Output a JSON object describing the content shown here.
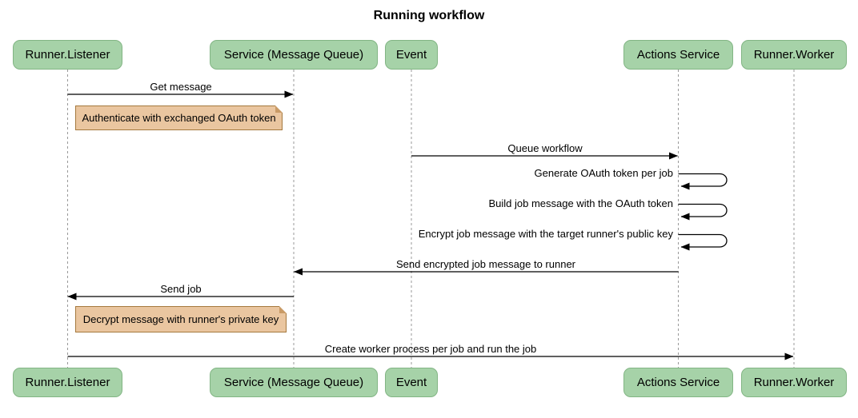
{
  "diagram_type": "sequence-diagram",
  "title": "Running workflow",
  "actors": [
    {
      "id": "runner-listener",
      "label": "Runner.Listener"
    },
    {
      "id": "service-message-queue",
      "label": "Service (Message Queue)"
    },
    {
      "id": "event",
      "label": "Event"
    },
    {
      "id": "actions-service",
      "label": "Actions Service"
    },
    {
      "id": "runner-worker",
      "label": "Runner.Worker"
    }
  ],
  "messages": [
    {
      "label": "Get message",
      "from": "Runner.Listener",
      "to": "Service (Message Queue)",
      "type": "arrow"
    },
    {
      "label": "Queue workflow",
      "from": "Event",
      "to": "Actions Service",
      "type": "arrow"
    },
    {
      "label": "Generate OAuth token per job",
      "from": "Actions Service",
      "to": "Actions Service",
      "type": "self"
    },
    {
      "label": "Build job message with the OAuth token",
      "from": "Actions Service",
      "to": "Actions Service",
      "type": "self"
    },
    {
      "label": "Encrypt job message with the target runner's public key",
      "from": "Actions Service",
      "to": "Actions Service",
      "type": "self"
    },
    {
      "label": "Send encrypted job message to runner",
      "from": "Actions Service",
      "to": "Service (Message Queue)",
      "type": "arrow"
    },
    {
      "label": "Send job",
      "from": "Service (Message Queue)",
      "to": "Runner.Listener",
      "type": "arrow"
    },
    {
      "label": "Create worker process per job and run the job",
      "from": "Runner.Listener",
      "to": "Runner.Worker",
      "type": "arrow"
    }
  ],
  "notes": [
    {
      "label": "Authenticate with exchanged OAuth token",
      "over": "Runner.Listener"
    },
    {
      "label": "Decrypt message with runner's private key",
      "over": "Runner.Listener"
    }
  ],
  "colors": {
    "actor_fill": "#A6D2A8",
    "actor_border": "#82B584",
    "note_fill": "#EAC6A0",
    "note_border": "#A5793E",
    "lifeline": "#999999",
    "arrow": "#000000",
    "text": "#000000",
    "background": "#FFFFFF"
  }
}
